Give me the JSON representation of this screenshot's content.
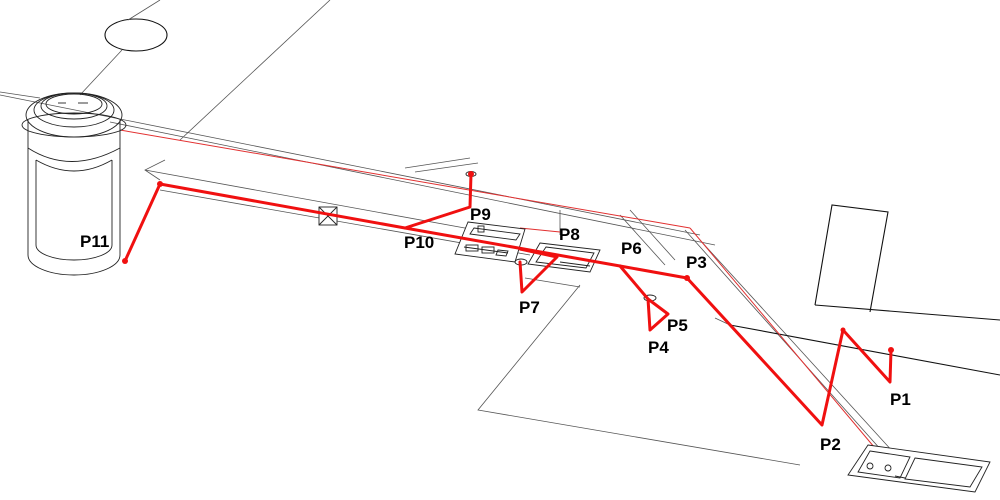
{
  "diagram": {
    "colors": {
      "pipe": "#f01010",
      "background_lines": "#555555",
      "label_text": "#000000"
    },
    "points": [
      {
        "id": "P1",
        "label": "P1"
      },
      {
        "id": "P2",
        "label": "P2"
      },
      {
        "id": "P3",
        "label": "P3"
      },
      {
        "id": "P4",
        "label": "P4"
      },
      {
        "id": "P5",
        "label": "P5"
      },
      {
        "id": "P6",
        "label": "P6"
      },
      {
        "id": "P7",
        "label": "P7"
      },
      {
        "id": "P8",
        "label": "P8"
      },
      {
        "id": "P9",
        "label": "P9"
      },
      {
        "id": "P10",
        "label": "P10"
      },
      {
        "id": "P11",
        "label": "P11"
      }
    ]
  }
}
